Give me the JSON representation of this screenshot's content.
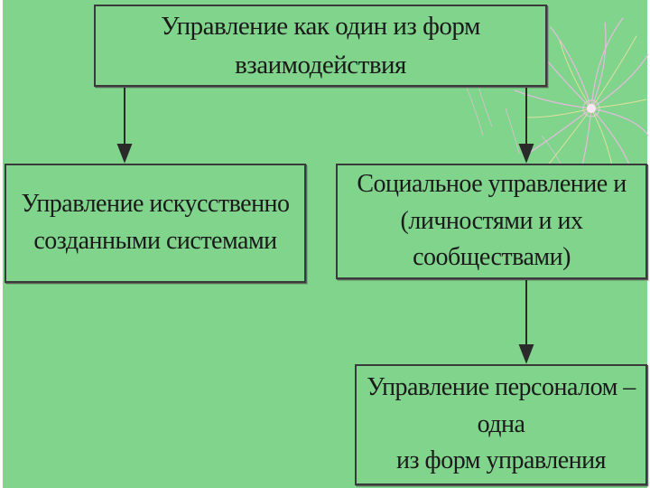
{
  "diagram": {
    "top_box": {
      "text": "Управление как один из форм взаимодействия"
    },
    "left_box": {
      "line1": "Управление искусственно",
      "line2": "созданными системами"
    },
    "middle_box": {
      "line1": "Социальное управление и",
      "line2": "(личностями и их сообществами)"
    },
    "bottom_box": {
      "line1": "Управление персоналом – одна",
      "line2": "из форм управления"
    }
  },
  "colors": {
    "background": "#80d48c",
    "border": "#3a3a3a",
    "arrow": "#2a2a2a",
    "text": "#1a1a1a"
  },
  "decoration": {
    "icon": "firework-burst-icon"
  }
}
